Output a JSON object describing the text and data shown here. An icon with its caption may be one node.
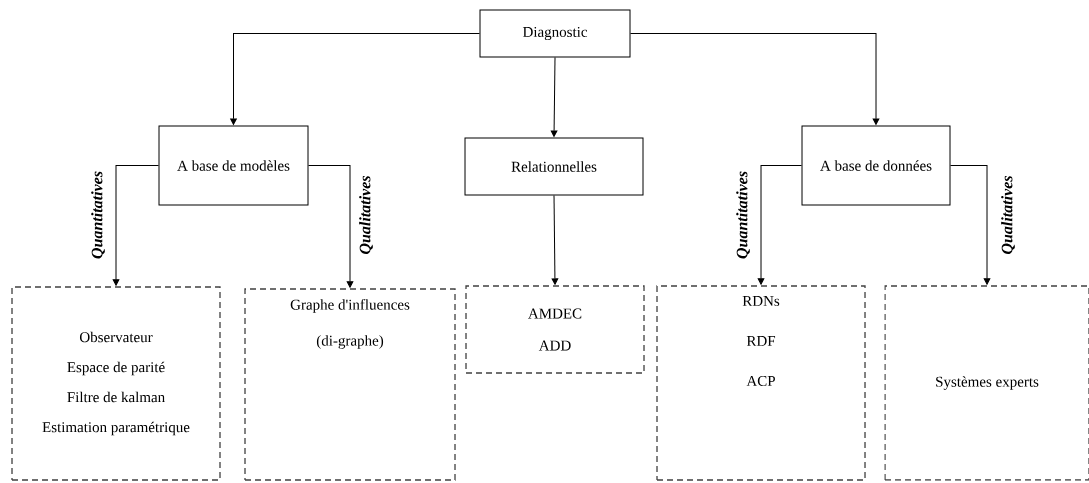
{
  "diagram": {
    "nodes": [
      {
        "text": [
          "Diagnostic"
        ]
      },
      {
        "text": [
          "A base de modèles"
        ]
      },
      {
        "text": [
          "Relationnelles"
        ]
      },
      {
        "text": [
          "A base de données"
        ]
      },
      {
        "text": [
          "Observateur",
          "Espace de parité",
          "Filtre de kalman",
          "Estimation paramétrique"
        ]
      },
      {
        "text": [
          "Graphe d'influences",
          "(di-graphe)"
        ]
      },
      {
        "text": [
          "AMDEC",
          "ADD"
        ]
      },
      {
        "text": [
          "RDNs",
          "RDF",
          "ACP"
        ]
      },
      {
        "text": [
          "Systèmes experts"
        ]
      }
    ],
    "edges": [
      {
        "from": 0,
        "to": 1,
        "arrow": "to"
      },
      {
        "from": 0,
        "to": 2,
        "arrow": "to"
      },
      {
        "from": 0,
        "to": 3,
        "arrow": "to"
      },
      {
        "from": 1,
        "to": 4,
        "arrow": "to",
        "label": "Quantitatives"
      },
      {
        "from": 1,
        "to": 5,
        "arrow": "to",
        "label": "Qualitatives"
      },
      {
        "from": 2,
        "to": 6,
        "arrow": "to"
      },
      {
        "from": 3,
        "to": 7,
        "arrow": "to",
        "label": "Quantitatives"
      },
      {
        "from": 3,
        "to": 8,
        "arrow": "to",
        "label": "Qualitatives"
      }
    ]
  }
}
